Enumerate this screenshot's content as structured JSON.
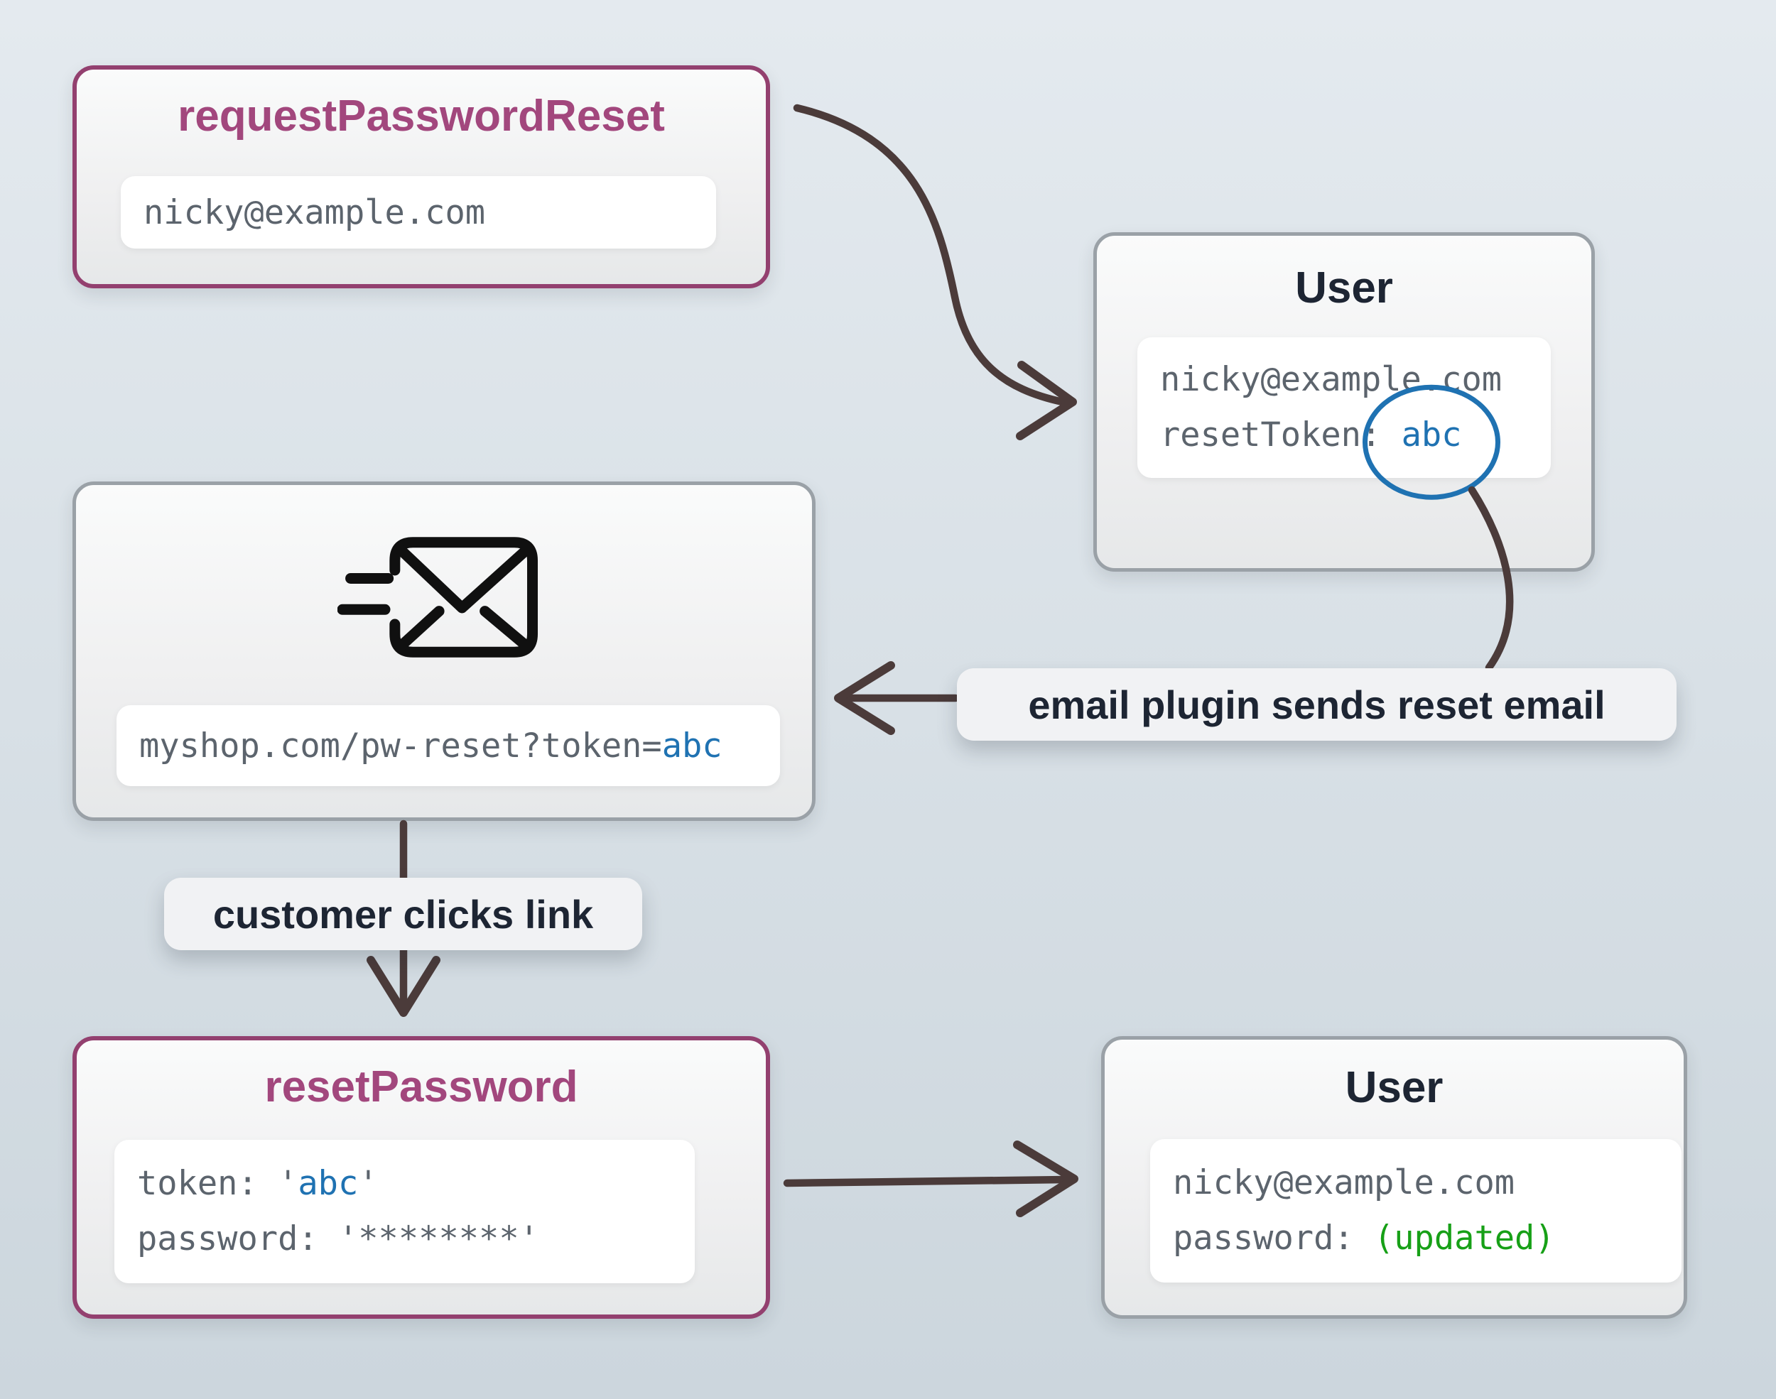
{
  "palette": {
    "bg-top": "#e4eaef",
    "bg-bottom": "#ccd6dd",
    "purple": "#93406f",
    "purple-text": "#a2477d",
    "gray-border": "#9aa1a7",
    "navy": "#1d2533",
    "code-gray": "#5c646d",
    "blue": "#1f72b2",
    "green": "#17a017",
    "arrow": "#4b3b3a",
    "label-bg": "#f1f2f4"
  },
  "boxes": {
    "request": {
      "title": "requestPasswordReset",
      "email": "nicky@example.com"
    },
    "user_top": {
      "title": "User",
      "email": "nicky@example.com",
      "token_label": "resetToken: ",
      "token_value": "abc"
    },
    "email_sent": {
      "url_prefix": "myshop.com/pw-reset?token=",
      "token_value": "abc"
    },
    "reset": {
      "title": "resetPassword",
      "token_label": "token: ",
      "quote": "'",
      "token_value": "abc",
      "password_label": "password: ",
      "password_value": "'********'"
    },
    "user_bottom": {
      "title": "User",
      "email": "nicky@example.com",
      "password_label": "password: ",
      "password_value": "(updated)"
    }
  },
  "annotations": {
    "email_plugin": "email plugin sends reset email",
    "customer_clicks": "customer clicks link"
  },
  "icons": {
    "send_email": "send-email-icon",
    "token_circle": "token-highlight-circle",
    "connectors": [
      "arrow-request-to-user",
      "connector-user-to-annotation",
      "arrow-annotation-to-email",
      "arrow-email-to-reset",
      "arrow-reset-to-user"
    ]
  }
}
